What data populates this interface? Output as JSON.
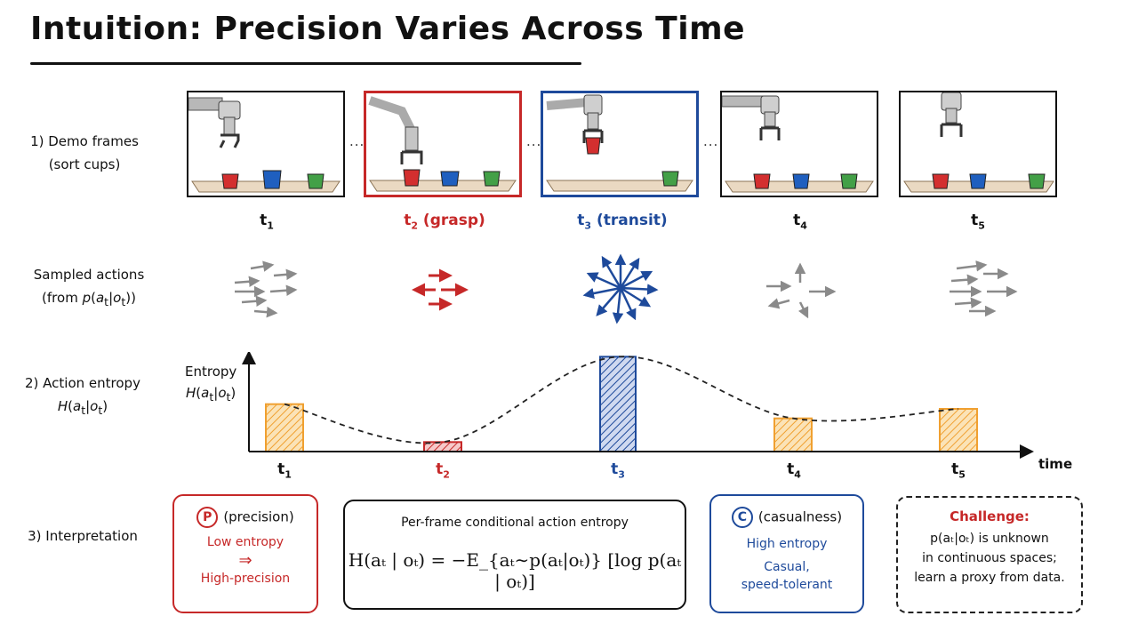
{
  "title": "Intuition: Precision Varies Across Time",
  "rows": {
    "demo_line1": "1) Demo frames",
    "demo_line2": "(sort cups)",
    "sampled_line1": "Sampled actions",
    "sampled_line2": "(from p(a|o))",
    "entropy_line1": "2) Action entropy",
    "entropy_line2": "H(a|o)",
    "interp": "3) Interpretation"
  },
  "frames": [
    {
      "label": "t",
      "sub": "1",
      "suffix": "",
      "style": "normal"
    },
    {
      "label": "t",
      "sub": "2",
      "suffix": " (grasp)",
      "style": "red"
    },
    {
      "label": "t",
      "sub": "3",
      "suffix": " (transit)",
      "style": "blue"
    },
    {
      "label": "t",
      "sub": "4",
      "suffix": "",
      "style": "normal"
    },
    {
      "label": "t",
      "sub": "5",
      "suffix": "",
      "style": "normal"
    }
  ],
  "ellipsis": "...",
  "colors": {
    "red": "#c62828",
    "blue": "#1e4a9b",
    "orange": "#f0a030",
    "gray": "#8a8a8a",
    "cup_red": "#d32f2f",
    "cup_blue": "#1f5fbf",
    "cup_green": "#43a047"
  },
  "chart_data": {
    "type": "bar",
    "ylabel_line1": "Entropy",
    "ylabel_line2": "H(a|o)",
    "xlabel": "time",
    "categories": [
      "t1",
      "t2",
      "t3",
      "t4",
      "t5"
    ],
    "values": [
      0.5,
      0.1,
      1.0,
      0.35,
      0.45
    ],
    "ylim": [
      0,
      1.05
    ],
    "bar_colors": [
      "#f0a030",
      "#c62828",
      "#1e4a9b",
      "#f0a030",
      "#f0a030"
    ],
    "trend_line": "dashed smooth curve through bar tops"
  },
  "interpretation": {
    "precision": {
      "letter": "P",
      "title": "(precision)",
      "line1": "Low entropy",
      "arrow": "⇒",
      "line2": "High-precision"
    },
    "formula": {
      "caption": "Per-frame conditional action entropy",
      "text": "H(aₜ | oₜ) = −E_{aₜ∼p(aₜ|oₜ)} [log p(aₜ | oₜ)]"
    },
    "casualness": {
      "letter": "C",
      "title": "(casualness)",
      "line1": "High entropy",
      "line2": "Casual,",
      "line3": "speed-tolerant"
    },
    "challenge": {
      "title": "Challenge:",
      "line1": "p(aₜ|oₜ) is unknown",
      "line2": "in continuous spaces;",
      "line3": "learn a proxy from data."
    }
  }
}
